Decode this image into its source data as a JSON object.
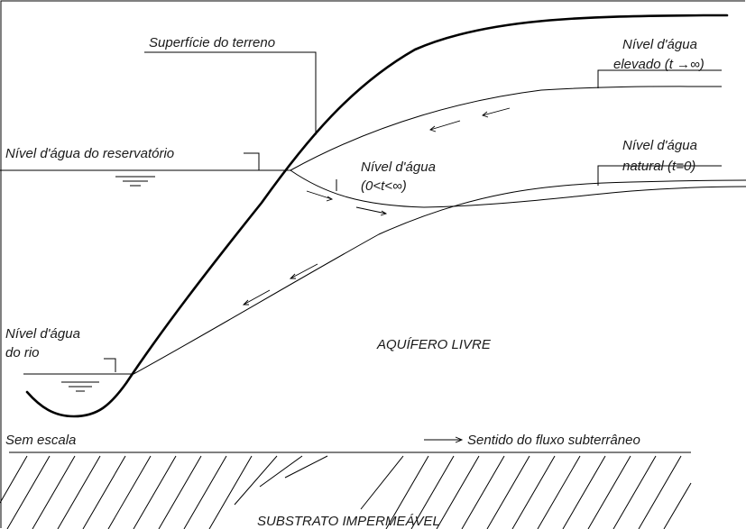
{
  "labels": {
    "terrain_surface": "Superfície do terreno",
    "reservoir_level": "Nível d'água do reservatório",
    "elevated_level_line1": "Nível d'água",
    "elevated_level_line2": "elevado (t →∞)",
    "transient_level_line1": "Nível d'água",
    "transient_level_line2": "(0<t<∞)",
    "natural_level_line1": "Nível d'água",
    "natural_level_line2": "natural (t=0)",
    "river_level_line1": "Nível d'água",
    "river_level_line2": "do rio",
    "aquifer": "AQUÍFERO  LIVRE",
    "no_scale": "Sem escala",
    "flow_direction": "Sentido do fluxo subterrâneo",
    "substrate": "SUBSTRATO IMPERMEÁVEL"
  },
  "icons": {
    "water_level_symbol": "water-level-marker-icon",
    "flow_arrow": "flow-arrow-icon"
  },
  "colors": {
    "line": "#000000",
    "text": "#1a1a1a",
    "background": "#ffffff"
  }
}
